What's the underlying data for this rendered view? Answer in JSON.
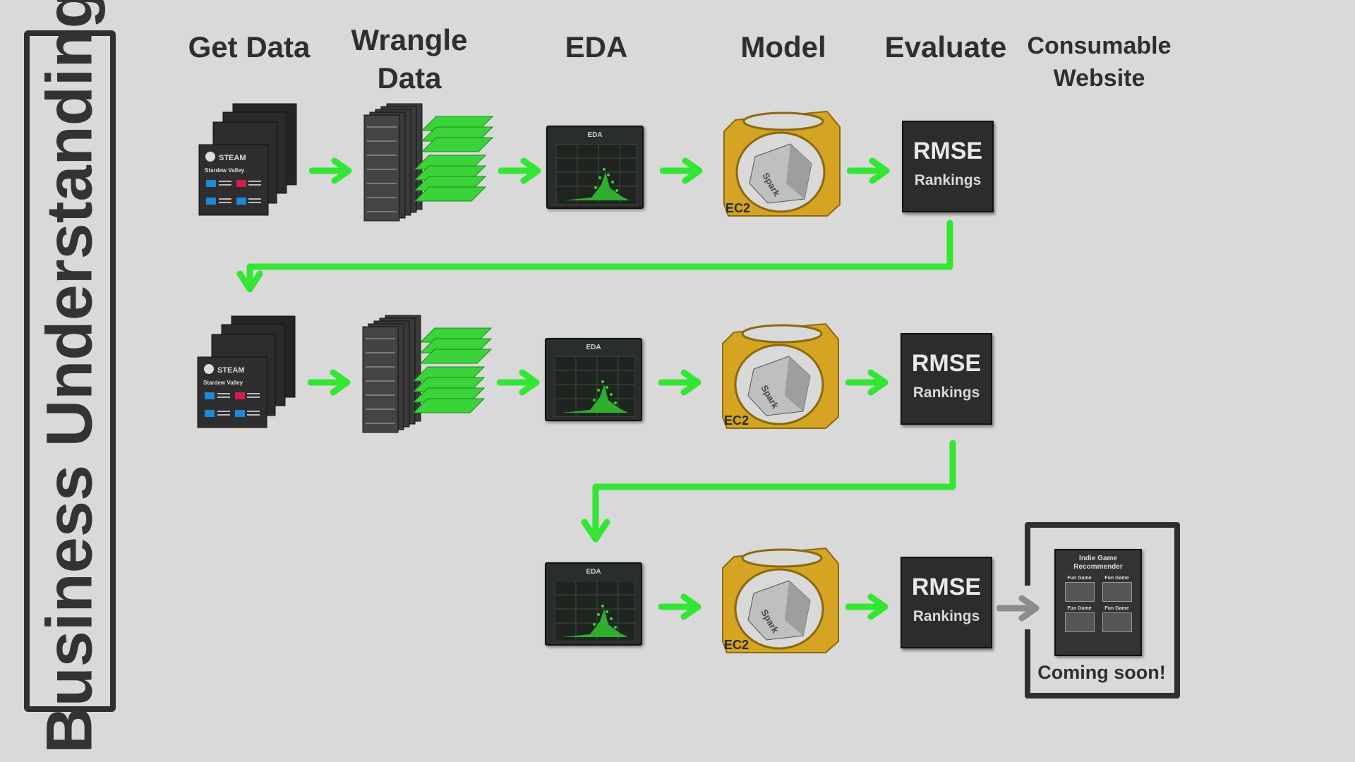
{
  "sidebar": {
    "label": "Business Understanding"
  },
  "stages": {
    "get_data": "Get Data",
    "wrangle_line1": "Wrangle",
    "wrangle_line2": "Data",
    "eda": "EDA",
    "model": "Model",
    "evaluate": "Evaluate",
    "consumable_line1": "Consumable",
    "consumable_line2": "Website"
  },
  "steam_card": {
    "brand": "STEAM",
    "game": "Stardew Valley"
  },
  "eda_panel": {
    "label": "EDA"
  },
  "model_box": {
    "label": "EC2",
    "engine": "Spark"
  },
  "metric_box": {
    "title": "RMSE",
    "subtitle": "Rankings"
  },
  "website": {
    "title_line1": "Indie Game",
    "title_line2": "Recommender",
    "tiles": [
      "Fun Game",
      "Fun Game",
      "Fun Game",
      "Fun Game"
    ],
    "status": "Coming soon!"
  },
  "colors": {
    "arrow": "#33e633",
    "arrow_pending": "#8c8c8c",
    "model_gold": "#d4a422",
    "panel_dark": "#2a2d2a"
  }
}
